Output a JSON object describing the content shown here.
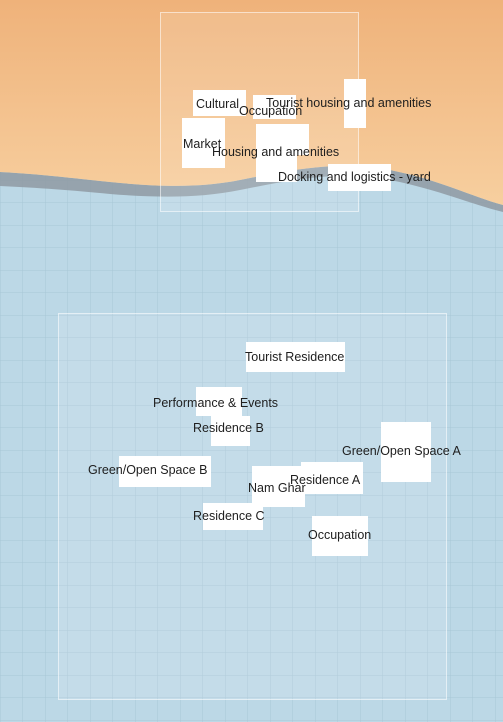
{
  "colors": {
    "land_top": "#efb27a",
    "land_bottom": "#f7cf9f",
    "water": "#bcd8e6",
    "grid": "#a8c7d6",
    "shore_shadow": "#8f9aa2",
    "block": "#ffffff",
    "text": "#1e1e1e"
  },
  "labels": {
    "cultural": "Cultural",
    "occupation_top": "Occupation",
    "tourist_housing": "Tourist housing and amenities",
    "market": "Market",
    "housing": "Housing and amenities",
    "docking": "Docking and logistics - yard",
    "tourist_residence": "Tourist Residence",
    "performance": "Performance & Events",
    "residence_b": "Residence B",
    "green_a": "Green/Open Space A",
    "green_b": "Green/Open Space B",
    "nam_ghar": "Nam Ghar",
    "residence_a": "Residence A",
    "residence_c": "Residence C",
    "occupation_bottom": "Occupation"
  }
}
